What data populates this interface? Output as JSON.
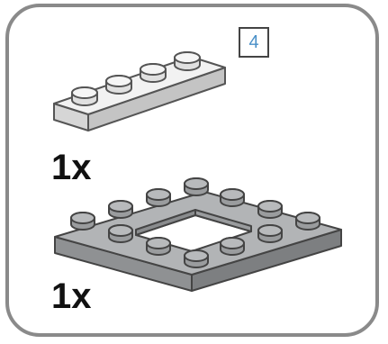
{
  "step": {
    "number": "4"
  },
  "parts": [
    {
      "icon": "light-gray-1x4-plate-icon",
      "color": "#eeeeee",
      "quantity": "1x"
    },
    {
      "icon": "dark-gray-4x4-frame-plate-icon",
      "color": "#a7a9ab",
      "quantity": "1x"
    }
  ]
}
